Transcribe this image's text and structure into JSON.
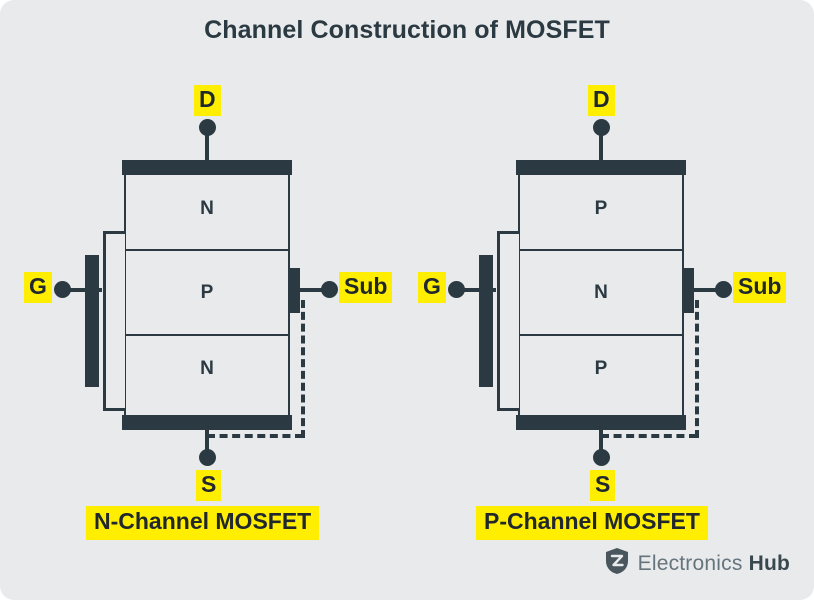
{
  "page": {
    "title": "Channel Construction of MOSFET",
    "background_color": "#e8eaec",
    "ink_color": "#2b3a42",
    "highlight_color": "#ffee00"
  },
  "diagrams": [
    {
      "caption": "N-Channel MOSFET",
      "layers": {
        "top": "N",
        "middle": "P",
        "bottom": "N"
      },
      "terminals": {
        "drain": "D",
        "gate": "G",
        "source": "S",
        "substrate": "Sub"
      }
    },
    {
      "caption": "P-Channel MOSFET",
      "layers": {
        "top": "P",
        "middle": "N",
        "bottom": "P"
      },
      "terminals": {
        "drain": "D",
        "gate": "G",
        "source": "S",
        "substrate": "Sub"
      }
    }
  ],
  "watermark": {
    "name_light": "Electronics",
    "name_bold": "Hub",
    "icon": "shield-icon"
  }
}
